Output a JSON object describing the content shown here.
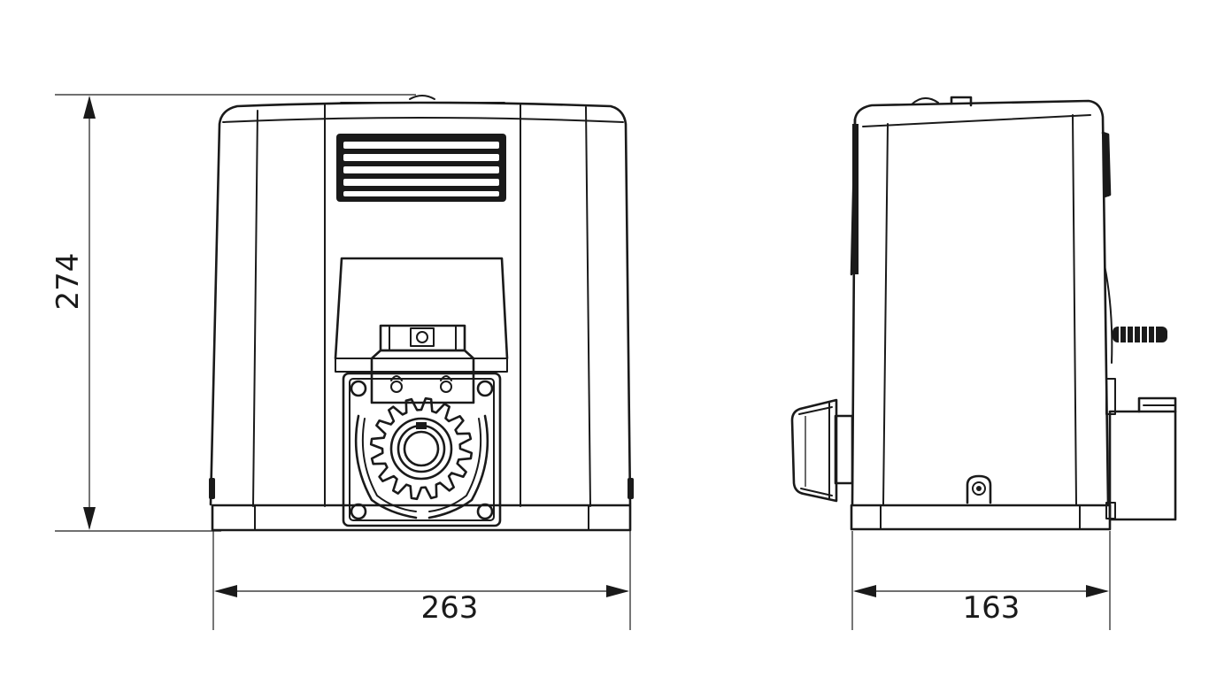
{
  "dimensions": {
    "height": "274",
    "width_front": "263",
    "width_side": "163"
  },
  "views": [
    "front-view",
    "side-view"
  ],
  "colors": {
    "line": "#1a1a1a",
    "background": "#ffffff"
  }
}
